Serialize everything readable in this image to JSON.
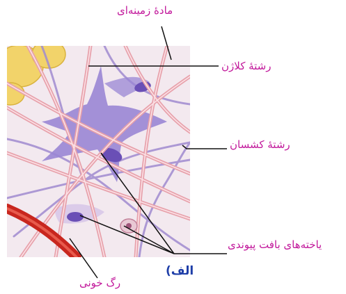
{
  "labels": {
    "ground_substance": "مادهٔ زمینه‌ای",
    "collagen_fiber": "رشتهٔ کلاژن",
    "elastic_fiber": "رشتهٔ کشسان",
    "connective_cells": "یاخته‌های بافت پیوندی",
    "part_letter": "الف)",
    "blood_vessel": "رگ خونی"
  },
  "colors": {
    "label_text": "#c2189b",
    "part_letter": "#1e3ea8",
    "collagen_fiber": "#e7a1ab",
    "elastic_fiber": "#a08bd0",
    "fibroblast_cell": "#9a86d4",
    "cell_nucleus": "#6a4fb6",
    "blood_vessel": "#c8261e",
    "fat_cell": "#f2d36a",
    "ground_substance": "#f3e9ef",
    "leader_line": "#111111"
  }
}
